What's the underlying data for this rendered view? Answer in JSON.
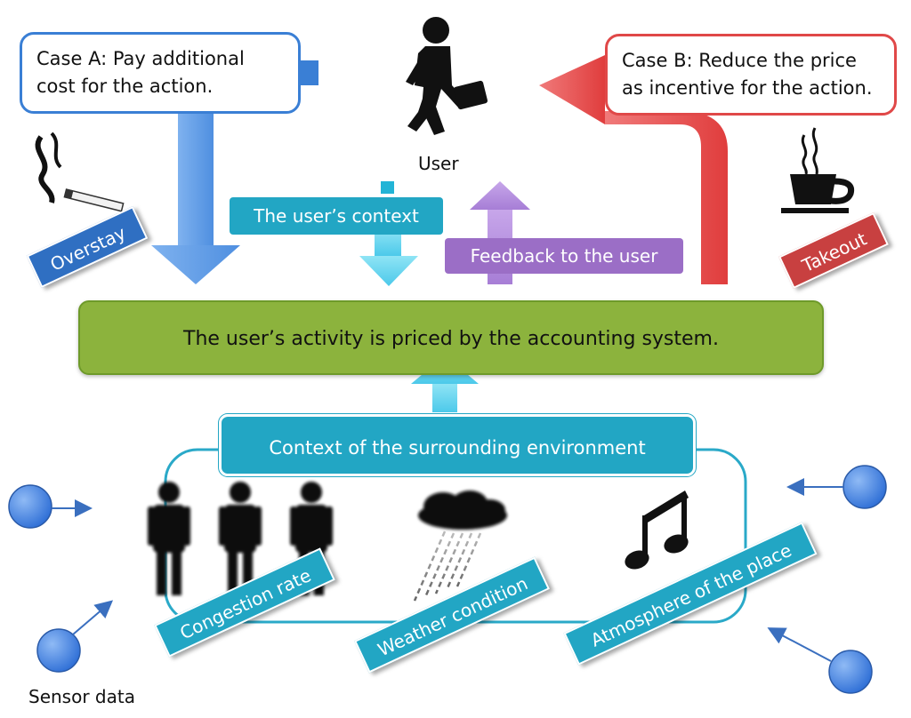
{
  "callouts": {
    "case_a": "Case A: Pay additional cost for the action.",
    "case_b": "Case B: Reduce the price as incentive for the action."
  },
  "labels": {
    "user": "User",
    "users_context": "The user’s context",
    "feedback": "Feedback to the user",
    "accounting": "The user’s activity is priced by the accounting system.",
    "environment": "Context of the surrounding environment",
    "sensor_data": "Sensor data"
  },
  "tags": {
    "overstay": "Overstay",
    "takeout": "Takeout",
    "congestion": "Congestion rate",
    "weather": "Weather condition",
    "atmosphere": "Atmosphere of the place"
  },
  "colors": {
    "case_a_blue": "#3a7fd5",
    "case_b_red": "#e04848",
    "teal": "#22a6c4",
    "purple": "#9b6ec6",
    "green": "#8cb33d",
    "tag_blue": "#2f6fc2",
    "tag_red": "#c84040"
  },
  "icons": [
    "walking-person-icon",
    "cigarette-icon",
    "coffee-cup-icon",
    "person-icon",
    "rain-cloud-icon",
    "music-note-icon",
    "sensor-node-icon"
  ]
}
